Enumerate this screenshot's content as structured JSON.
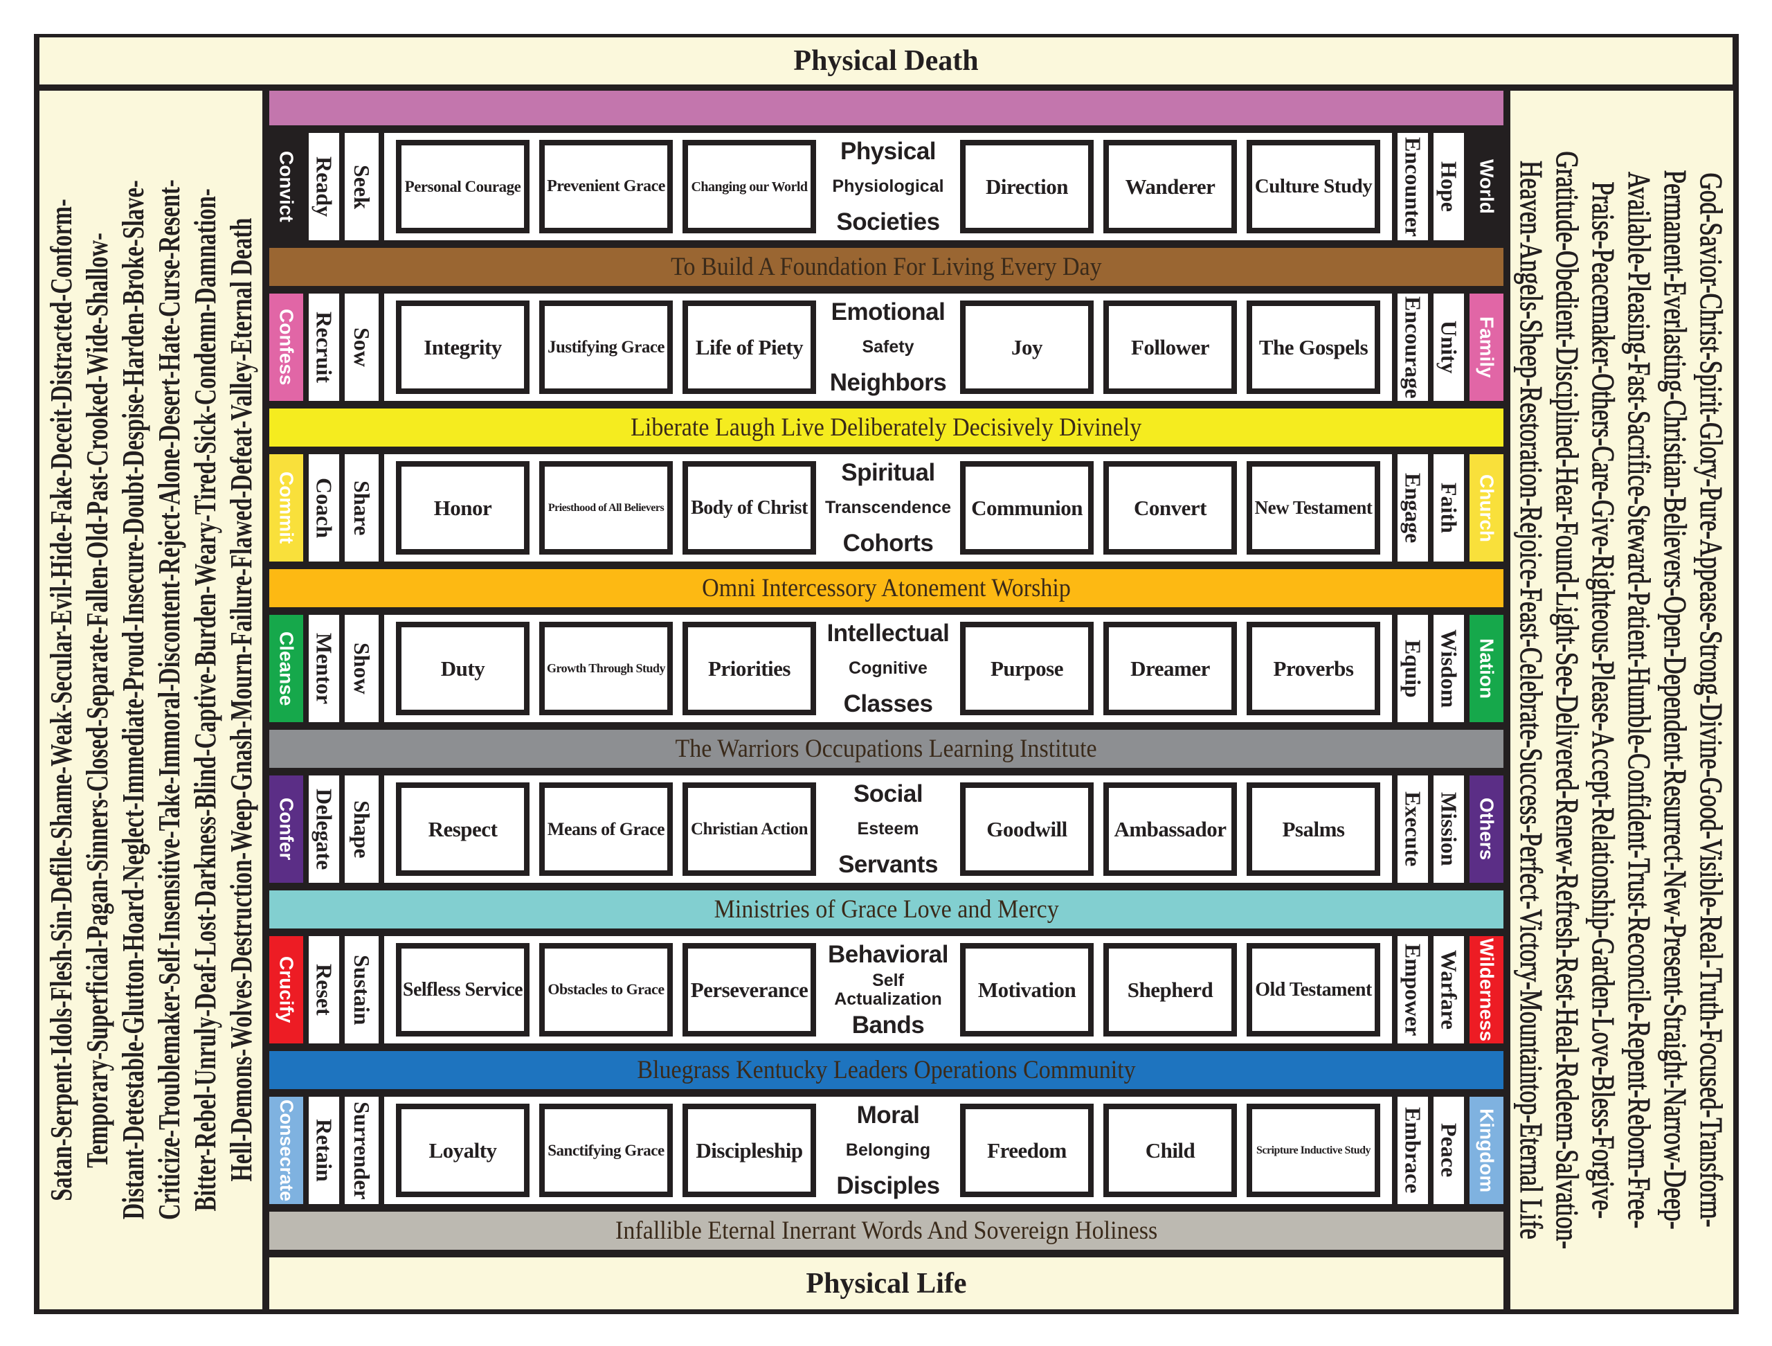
{
  "header": {
    "title": "Physical Death"
  },
  "footer": {
    "title": "Physical Life"
  },
  "left_panel": {
    "lines": [
      "Satan-Serpent-Idols-Flesh-Sin-Defile-Shame-Weak-Secular-Evil-Hide-Fake-Deceit-Distracted-Conform-",
      "Temporary-Superficial-Pagan-Sinners-Closed-Separate-Fallen-Old-Past-Crooked-Wide-Shallow-",
      "Distant-Detestable-Glutton-Hoard-Neglect-Immediate-Proud-Insecure-Doubt-Despise-Harden-Broke-Slave-",
      "Criticize-Troublemaker-Self-Insensitive-Take-Immoral-Discontent-Reject-Alone-Desert-Hate-Curse-Resent-",
      "Bitter-Rebel-Unruly-Deaf-Lost-Darkness-Blind-Captive-Burden-Weary-Tired-Sick-Condemn-Damnation-",
      "Hell-Demons-Wolves-Destruction-Weep-Gnash-Mourn-Failure-Flawed-Defeat-Valley-Eternal Death"
    ]
  },
  "right_panel": {
    "lines": [
      "God-Savior-Christ-Spirit-Glory-Pure-Appease-Strong-Divine-Good-Visible-Real-Truth-Focused-Transform-",
      "Permanent-Everlasting-Christian-Believers-Open-Dependent-Resurrect-New-Present-Straight-Narrow-Deep-",
      "Available-Pleasing-Fast-Sacrifice-Steward-Patient-Humble-Confident-Trust-Reconcile-Repent-Reborn-Free-",
      "Praise-Peacemaker-Others-Care-Give-Righteous-Please-Accept-Relationship-Garden-Love-Bless-Forgive-",
      "Gratitude-Obedient-Disciplined-Hear-Found-Light-See-Delivered-Renew-Refresh-Rest-Heal-Redeem-Salvation-",
      "Heaven-Angels-Sheep-Restoration-Rejoice-Feast-Celebrate-Success-Perfect-Victory-Mountaintop-Eternal Life"
    ]
  },
  "top_band_color": "#c376ad",
  "rows": [
    {
      "left_color_label": "Convict",
      "left_label_1": "Ready",
      "left_label_2": "Seek",
      "boxes_left": [
        "Personal Courage",
        "Prevenient Grace",
        "Changing our World"
      ],
      "middle": {
        "top": "Physical",
        "mid": "Physiological",
        "bottom": "Societies"
      },
      "boxes_right": [
        "Direction",
        "Wanderer",
        "Culture Study"
      ],
      "right_label_1": "Encounter",
      "right_label_2": "Hope",
      "right_color_label": "World",
      "color": "#231f20",
      "text_color": "#ffffff"
    },
    {
      "left_color_label": "Confess",
      "left_label_1": "Recruit",
      "left_label_2": "Sow",
      "boxes_left": [
        "Integrity",
        "Justifying Grace",
        "Life of Piety"
      ],
      "middle": {
        "top": "Emotional",
        "mid": "Safety",
        "bottom": "Neighbors"
      },
      "boxes_right": [
        "Joy",
        "Follower",
        "The Gospels"
      ],
      "right_label_1": "Encourage",
      "right_label_2": "Unity",
      "right_color_label": "Family",
      "color": "#e166a6",
      "text_color": "#ffffff"
    },
    {
      "left_color_label": "Commit",
      "left_label_1": "Coach",
      "left_label_2": "Share",
      "boxes_left": [
        "Honor",
        "Priesthood of All Believers",
        "Body of Christ"
      ],
      "middle": {
        "top": "Spiritual",
        "mid": "Transcendence",
        "bottom": "Cohorts"
      },
      "boxes_right": [
        "Communion",
        "Convert",
        "New Testament"
      ],
      "right_label_1": "Engage",
      "right_label_2": "Faith",
      "right_color_label": "Church",
      "color": "#f9e03b",
      "text_color": "#ffffff"
    },
    {
      "left_color_label": "Cleanse",
      "left_label_1": "Mentor",
      "left_label_2": "Show",
      "boxes_left": [
        "Duty",
        "Growth Through Study",
        "Priorities"
      ],
      "middle": {
        "top": "Intellectual",
        "mid": "Cognitive",
        "bottom": "Classes"
      },
      "boxes_right": [
        "Purpose",
        "Dreamer",
        "Proverbs"
      ],
      "right_label_1": "Equip",
      "right_label_2": "Wisdom",
      "right_color_label": "Nation",
      "color": "#16a84b",
      "text_color": "#ffffff"
    },
    {
      "left_color_label": "Confer",
      "left_label_1": "Delegate",
      "left_label_2": "Shape",
      "boxes_left": [
        "Respect",
        "Means of Grace",
        "Christian Action"
      ],
      "middle": {
        "top": "Social",
        "mid": "Esteem",
        "bottom": "Servants"
      },
      "boxes_right": [
        "Goodwill",
        "Ambassador",
        "Psalms"
      ],
      "right_label_1": "Execute",
      "right_label_2": "Mission",
      "right_color_label": "Others",
      "color": "#5b2e86",
      "text_color": "#ffffff"
    },
    {
      "left_color_label": "Crucify",
      "left_label_1": "Reset",
      "left_label_2": "Sustain",
      "boxes_left": [
        "Selfless Service",
        "Obstacles to Grace",
        "Perseverance"
      ],
      "middle": {
        "top": "Behavioral",
        "mid": "Self Actualization",
        "bottom": "Bands"
      },
      "boxes_right": [
        "Motivation",
        "Shepherd",
        "Old Testament"
      ],
      "right_label_1": "Empower",
      "right_label_2": "Warfare",
      "right_color_label": "Wilderness",
      "color": "#ed1c24",
      "text_color": "#ffffff"
    },
    {
      "left_color_label": "Consecrate",
      "left_label_1": "Retain",
      "left_label_2": "Surrender",
      "boxes_left": [
        "Loyalty",
        "Sanctifying Grace",
        "Discipleship"
      ],
      "middle": {
        "top": "Moral",
        "mid": "Belonging",
        "bottom": "Disciples"
      },
      "boxes_right": [
        "Freedom",
        "Child",
        "Scripture Inductive Study"
      ],
      "right_label_1": "Embrace",
      "right_label_2": "Peace",
      "right_color_label": "Kingdom",
      "color": "#7fb2e0",
      "text_color": "#ffffff"
    }
  ],
  "bands": [
    {
      "text": "To Build A Foundation For Living Every Day",
      "color": "#9a6632"
    },
    {
      "text": "Liberate Laugh Live  Deliberately Decisively Divinely",
      "color": "#f5ec1f"
    },
    {
      "text": "Omni Intercessory Atonement Worship",
      "color": "#fdb913"
    },
    {
      "text": "The Warriors Occupations Learning Institute",
      "color": "#8d8f92"
    },
    {
      "text": "Ministries of Grace Love and Mercy",
      "color": "#82cfd0"
    },
    {
      "text": "Bluegrass Kentucky Leaders Operations Community",
      "color": "#1e74bf"
    },
    {
      "text": "Infallible Eternal Inerrant Words And Sovereign Holiness",
      "color": "#bcb9b1"
    }
  ]
}
